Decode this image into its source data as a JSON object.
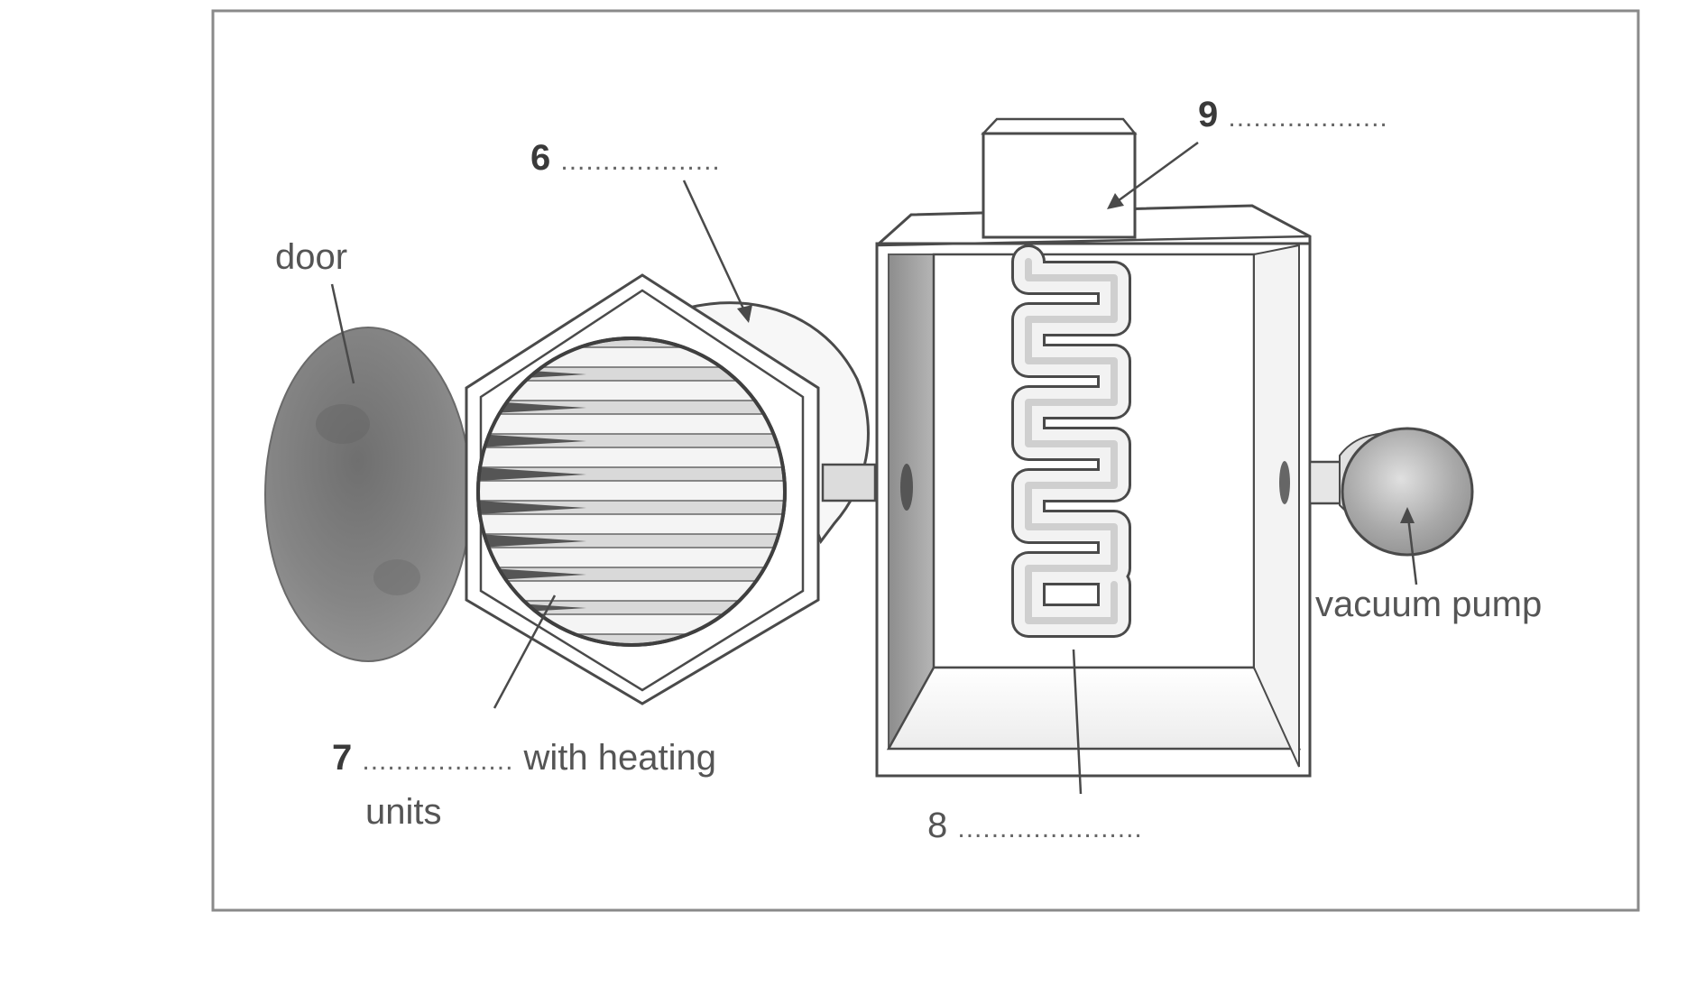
{
  "diagram": {
    "labels": {
      "door": "door",
      "vacuum_pump": "vacuum pump",
      "label_6": {
        "number": "6",
        "blank": "..................."
      },
      "label_7": {
        "number": "7",
        "blank": "..................",
        "suffix": "with heating",
        "second_line": "units"
      },
      "label_8": {
        "number": "8",
        "blank": "......................"
      },
      "label_9": {
        "number": "9",
        "blank": "..................."
      }
    },
    "colors": {
      "line": "#4a4a4a",
      "frame": "#8a8a8a",
      "door_fill": "#7c7c7c",
      "text": "#555555"
    }
  }
}
